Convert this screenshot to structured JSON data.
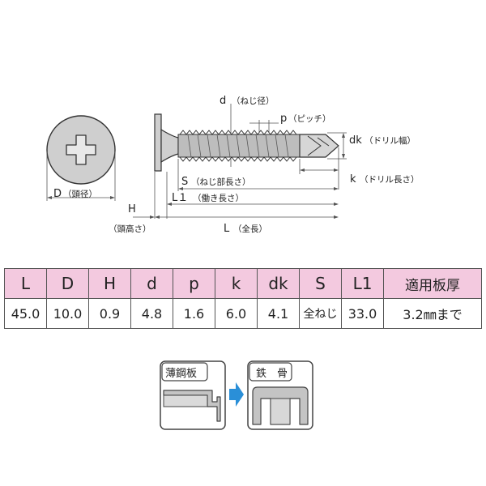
{
  "dimensions": {
    "d": "d",
    "d_sub": "（ねじ径）",
    "p": "p",
    "p_sub": "（ピッチ）",
    "dk": "dk",
    "dk_sub": "（ドリル幅）",
    "k": "k",
    "k_sub": "（ドリル長さ）",
    "S": "S",
    "S_sub": "（ねじ部長さ）",
    "L1": "L１",
    "L1_sub": "（働き長さ）",
    "L": "L",
    "L_sub": "（全長）",
    "D": "D",
    "D_sub": "（頭径）",
    "H": "H",
    "H_sub": "（頭高さ）"
  },
  "table": {
    "headers": [
      "L",
      "D",
      "H",
      "d",
      "p",
      "k",
      "dk",
      "S",
      "L1",
      "適用板厚"
    ],
    "row": [
      "45.0",
      "10.0",
      "0.9",
      "4.8",
      "1.6",
      "6.0",
      "4.1",
      "全ねじ",
      "33.0",
      "3.2㎜まで"
    ]
  },
  "application": {
    "from_label": "薄鋼板",
    "to_label": "鉄　骨"
  },
  "colors": {
    "header_bg": "#f3c9df",
    "arrow": "#2a8fd8",
    "screw": "#c8c8c8"
  }
}
